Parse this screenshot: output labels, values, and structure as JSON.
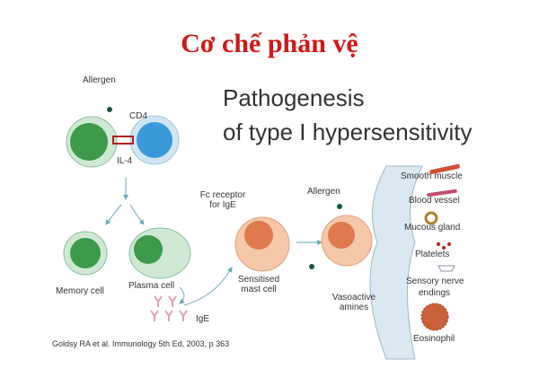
{
  "title": "Cơ chế phản vệ",
  "subtitle": {
    "line1": "Pathogenesis",
    "line2": "of type I hypersensitivity"
  },
  "labels": {
    "allergen_left": "Allergen",
    "cd4": "CD4",
    "il4": "IL-4",
    "memory_cell": "Memory cell",
    "plasma_cell": "Plasma cell",
    "ige": "IgE",
    "fc_receptor": "Fc receptor",
    "fc_receptor_2": "for IgE",
    "sensitised": "Sensitised",
    "mast_cell": "mast cell",
    "allergen_right": "Allergen",
    "vasoactive": "Vasoactive",
    "amines": "amines"
  },
  "targets": [
    "Smooth muscle",
    "Blood vessel",
    "Mucous gland",
    "Platelets",
    "Sensory nerve",
    "endings",
    "Eosinophil"
  ],
  "citation": "Goldsy RA et al.  Immunology 5th Ed, 2003, p 363",
  "colors": {
    "title": "#d01818",
    "green_cell": "#3c9a4a",
    "blue_cell": "#3a9ad8",
    "mast_cell": "#e07a4e"
  }
}
